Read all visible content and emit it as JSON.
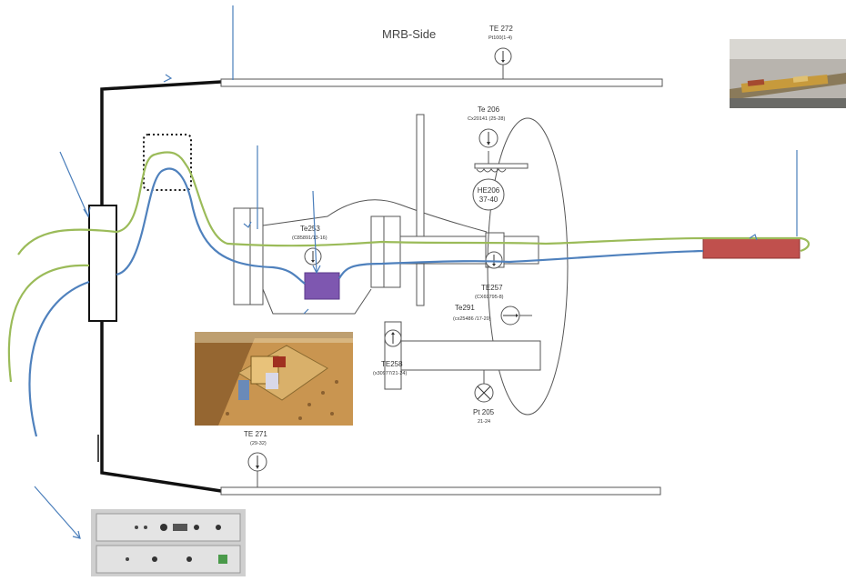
{
  "diagram": {
    "title": "MRB-Side",
    "sensors": {
      "te272": {
        "name": "TE 272",
        "code": "Pt100(1-4)"
      },
      "te206": {
        "name": "Te 206",
        "code": "Cx20141 (25-28)"
      },
      "he206": {
        "name": "HE206",
        "code": "37-40"
      },
      "te253": {
        "name": "Te253",
        "code": "(C85891/13-16)"
      },
      "te257": {
        "name": "TE257",
        "code": "(CX69795-8)"
      },
      "te291": {
        "name": "Te291",
        "code": "(cx25486 /17-20)"
      },
      "te258": {
        "name": "TE258",
        "code": "(x30977/21-24)"
      },
      "pt205": {
        "name": "Pt 205",
        "code": "21-24"
      },
      "te271": {
        "name": "TE 271",
        "code": "(29-32)"
      }
    },
    "colors": {
      "green_cable": "#9bbb59",
      "blue_cable": "#4f81bd",
      "arrow": "#4a7ebb",
      "purple_block": "#7e57b0",
      "red_block": "#c0504d",
      "outline": "#555555"
    },
    "photos": {
      "top_right": "cryostat-rod-photo",
      "center": "gold-sample-stage-photo",
      "bottom_left": "rack-electronics-photo"
    }
  }
}
